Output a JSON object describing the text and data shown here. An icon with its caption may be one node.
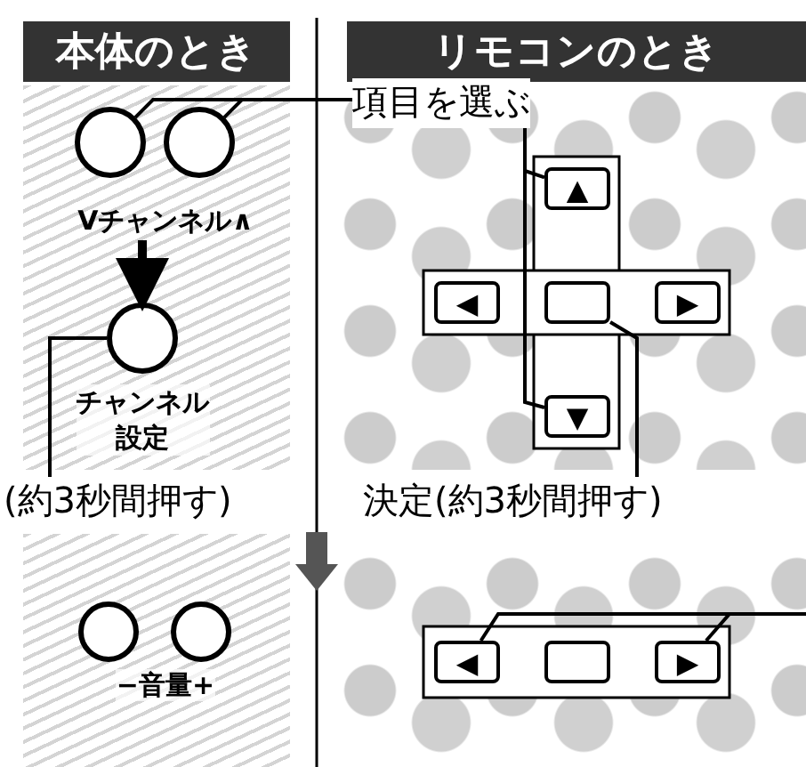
{
  "diagram": {
    "nodes": [
      {
        "text": [
          "本体のとき"
        ]
      },
      {
        "text": [
          "リモコンのとき"
        ]
      },
      {
        "text": [
          "項目を選ぶ"
        ]
      },
      {
        "text": [],
        "shape": "circle"
      },
      {
        "text": [],
        "shape": "circle"
      },
      {
        "text": [],
        "shape": "circle",
        "beside": [
          "チャンネル設定"
        ]
      },
      {
        "text": [
          "(約3秒間押す)"
        ]
      },
      {
        "text": [
          "▲"
        ]
      },
      {
        "text": [
          "◀"
        ]
      },
      {
        "text": [],
        "shape": "box"
      },
      {
        "text": [
          "▶"
        ]
      },
      {
        "text": [
          "▼"
        ]
      },
      {
        "text": [
          "決定(約3秒間押す)"
        ]
      },
      {
        "text": [],
        "shape": "circle"
      },
      {
        "text": [],
        "shape": "circle"
      },
      {
        "text": [
          "◀"
        ]
      },
      {
        "text": [],
        "shape": "box"
      },
      {
        "text": [
          "▶"
        ]
      },
      {
        "text": [
          "Vチャンネル∧"
        ]
      }
    ],
    "edges": [
      {
        "from": 2,
        "to": 3,
        "arrow": "none"
      },
      {
        "from": 2,
        "to": 4,
        "arrow": "none"
      },
      {
        "from": 2,
        "to": 7,
        "arrow": "none"
      },
      {
        "from": 2,
        "to": 11,
        "arrow": "none"
      },
      {
        "from": 6,
        "to": 5,
        "arrow": "none"
      },
      {
        "from": 12,
        "to": 9,
        "arrow": "none"
      },
      {
        "from": 18,
        "to": 5,
        "arrow": "to",
        "style": "thick"
      },
      {
        "from": null,
        "to": 15,
        "arrow": "none"
      },
      {
        "from": null,
        "to": 17,
        "arrow": "none"
      }
    ],
    "labels": [
      "−音量+"
    ]
  }
}
